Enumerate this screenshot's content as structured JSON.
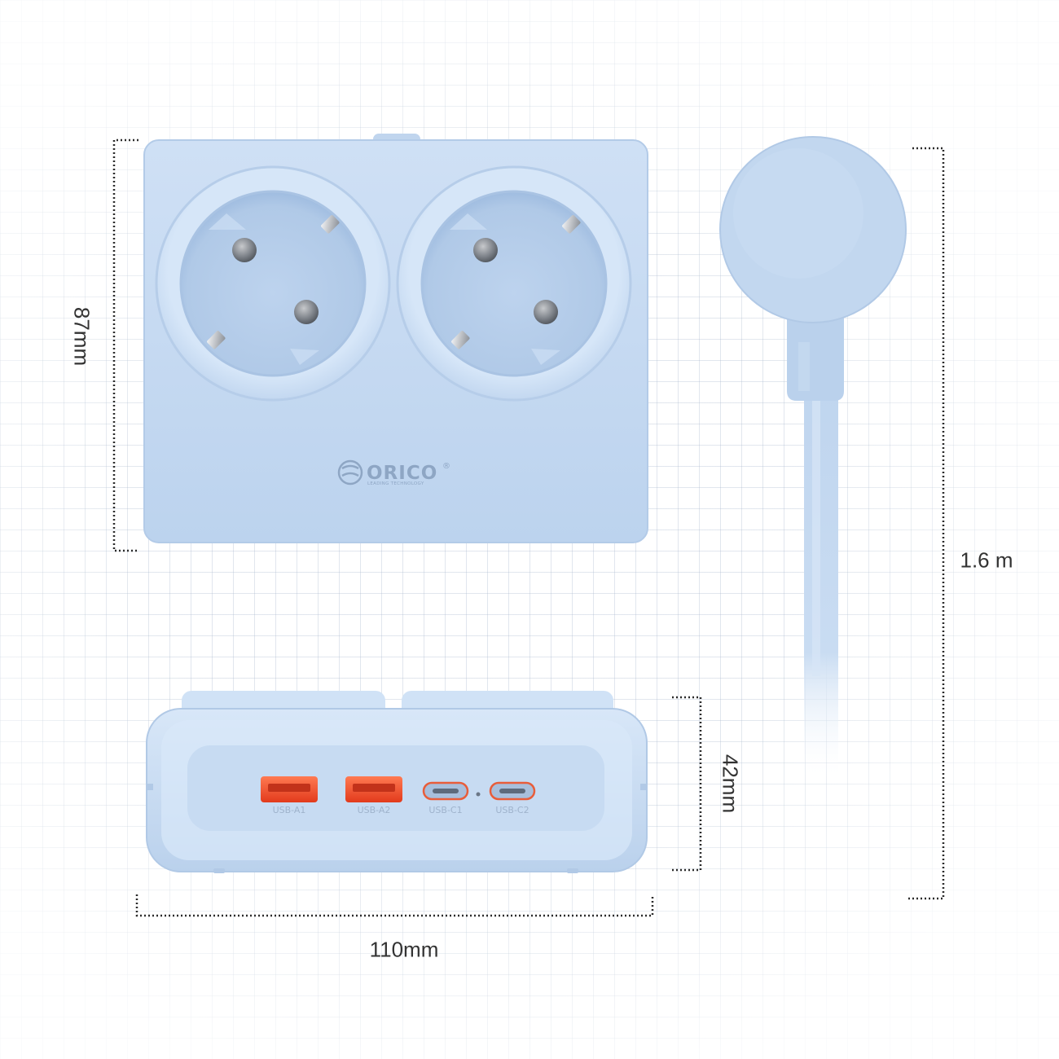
{
  "brand": {
    "name": "ORICO",
    "registered_mark": "®",
    "tagline": "LEADING TECHNOLOGY"
  },
  "dimensions": {
    "height": "87mm",
    "width": "110mm",
    "depth": "42mm",
    "cable_length": "1.6 m"
  },
  "ports": {
    "usb_a1": "USB-A1",
    "usb_a2": "USB-A2",
    "usb_c1": "USB-C1",
    "usb_c2": "USB-C2"
  },
  "product": {
    "outlet_count": 2,
    "outlet_type": "Schuko",
    "body_color": "#c3d8f0",
    "accent_usb_a": "#f24b2e"
  }
}
